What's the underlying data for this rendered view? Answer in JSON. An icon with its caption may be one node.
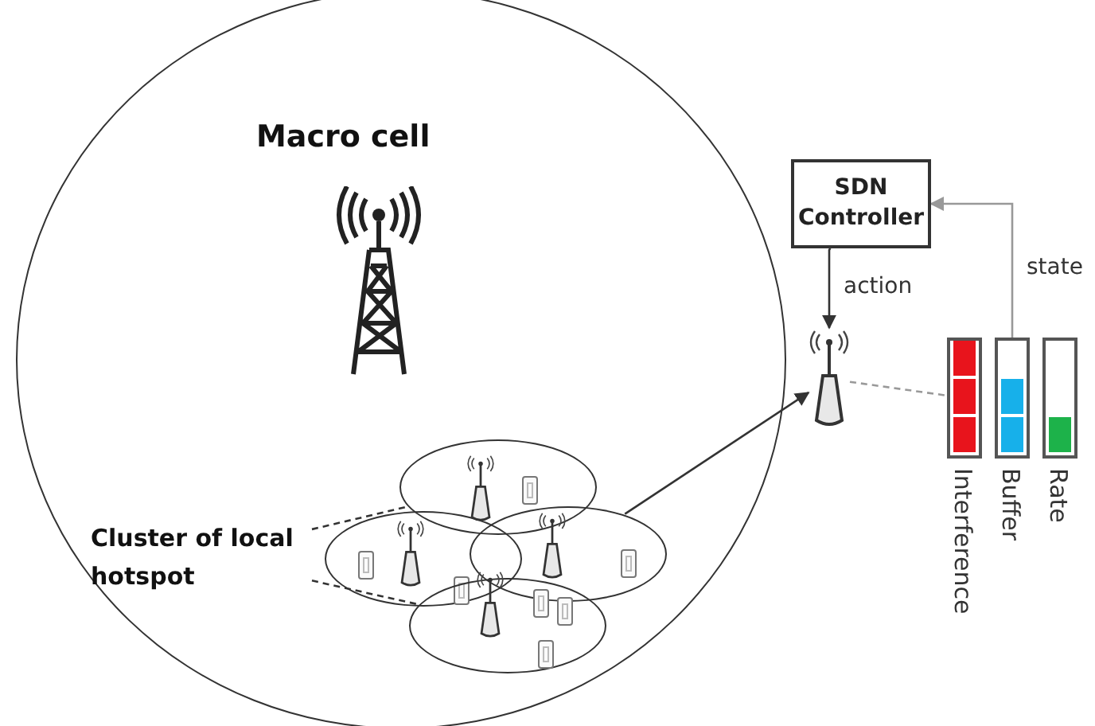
{
  "diagram": {
    "nodes": [
      {
        "text": [
          "Macro cell"
        ]
      },
      {
        "text": [
          "SDN Controller"
        ]
      },
      {
        "text": [],
        "shape": "antenna"
      },
      {
        "text": [
          "Interference"
        ]
      },
      {
        "text": [
          "Buffer"
        ]
      },
      {
        "text": [
          "Rate"
        ]
      },
      {
        "text": [
          "Cluster of local hotspot"
        ],
        "in": 0
      },
      {
        "text": [],
        "shape": "ellipse",
        "in": 0
      },
      {
        "text": [],
        "shape": "ellipse",
        "in": 0
      },
      {
        "text": [],
        "shape": "ellipse",
        "in": 0
      },
      {
        "text": [],
        "shape": "ellipse",
        "in": 0
      }
    ],
    "edges": [
      {
        "from": 1,
        "to": 2,
        "arrow": "to",
        "label": "action"
      },
      {
        "from": 4,
        "to": 1,
        "arrow": "to",
        "label": "state",
        "color": "#999999"
      },
      {
        "from": 9,
        "to": 2,
        "arrow": "to"
      },
      {
        "from": 2,
        "to": 3,
        "arrow": "none",
        "style": "dashed",
        "color": "#999999"
      },
      {
        "from": 6,
        "to": 7,
        "arrow": "none",
        "style": "dashed"
      },
      {
        "from": 6,
        "to": 10,
        "arrow": "none",
        "style": "dashed"
      }
    ]
  }
}
